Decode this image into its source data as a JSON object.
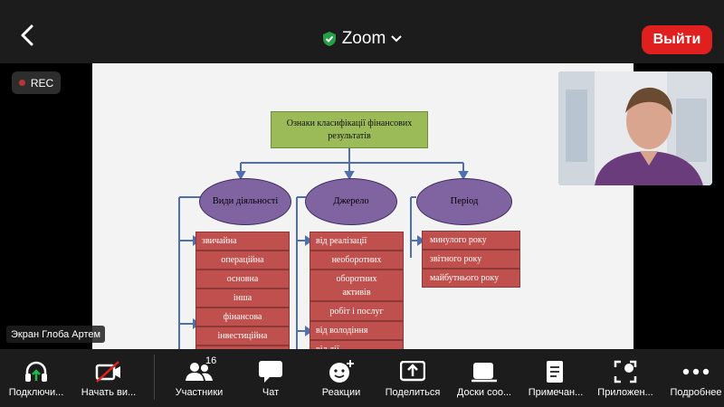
{
  "app": {
    "title": "Zoom",
    "leave_label": "Выйти",
    "rec_label": "REC",
    "accent": "#e0201f"
  },
  "shared_screen": {
    "owner_label": "Экран Глоба Артем",
    "slide": {
      "root": "Ознаки класифікації фінансових результатів",
      "categories": [
        {
          "label": "Види діяльності",
          "items": [
            "звичайна",
            "операційна",
            "основна",
            "інша",
            "фінансова",
            "інвестиційна"
          ]
        },
        {
          "label": "Джерело",
          "items": [
            "від реалізації",
            "необоротних",
            "оборотних активів",
            "робіт і послуг",
            "від володіння",
            "від дії..."
          ]
        },
        {
          "label": "Період",
          "items": [
            "минулого року",
            "звітного року",
            "майбутнього року"
          ]
        }
      ]
    }
  },
  "toolbar": {
    "participant_count": "16",
    "buttons": [
      {
        "label": "Подключи...",
        "icon": "headphones-icon"
      },
      {
        "label": "Начать ви...",
        "icon": "video-off-icon"
      },
      {
        "label": "Участники",
        "icon": "participants-icon"
      },
      {
        "label": "Чат",
        "icon": "chat-icon"
      },
      {
        "label": "Реакции",
        "icon": "reaction-icon"
      },
      {
        "label": "Поделиться",
        "icon": "share-icon"
      },
      {
        "label": "Доски соо...",
        "icon": "whiteboard-icon"
      },
      {
        "label": "Примечан...",
        "icon": "notes-icon"
      },
      {
        "label": "Приложен...",
        "icon": "apps-icon"
      },
      {
        "label": "Подробнее",
        "icon": "more-icon"
      }
    ]
  }
}
